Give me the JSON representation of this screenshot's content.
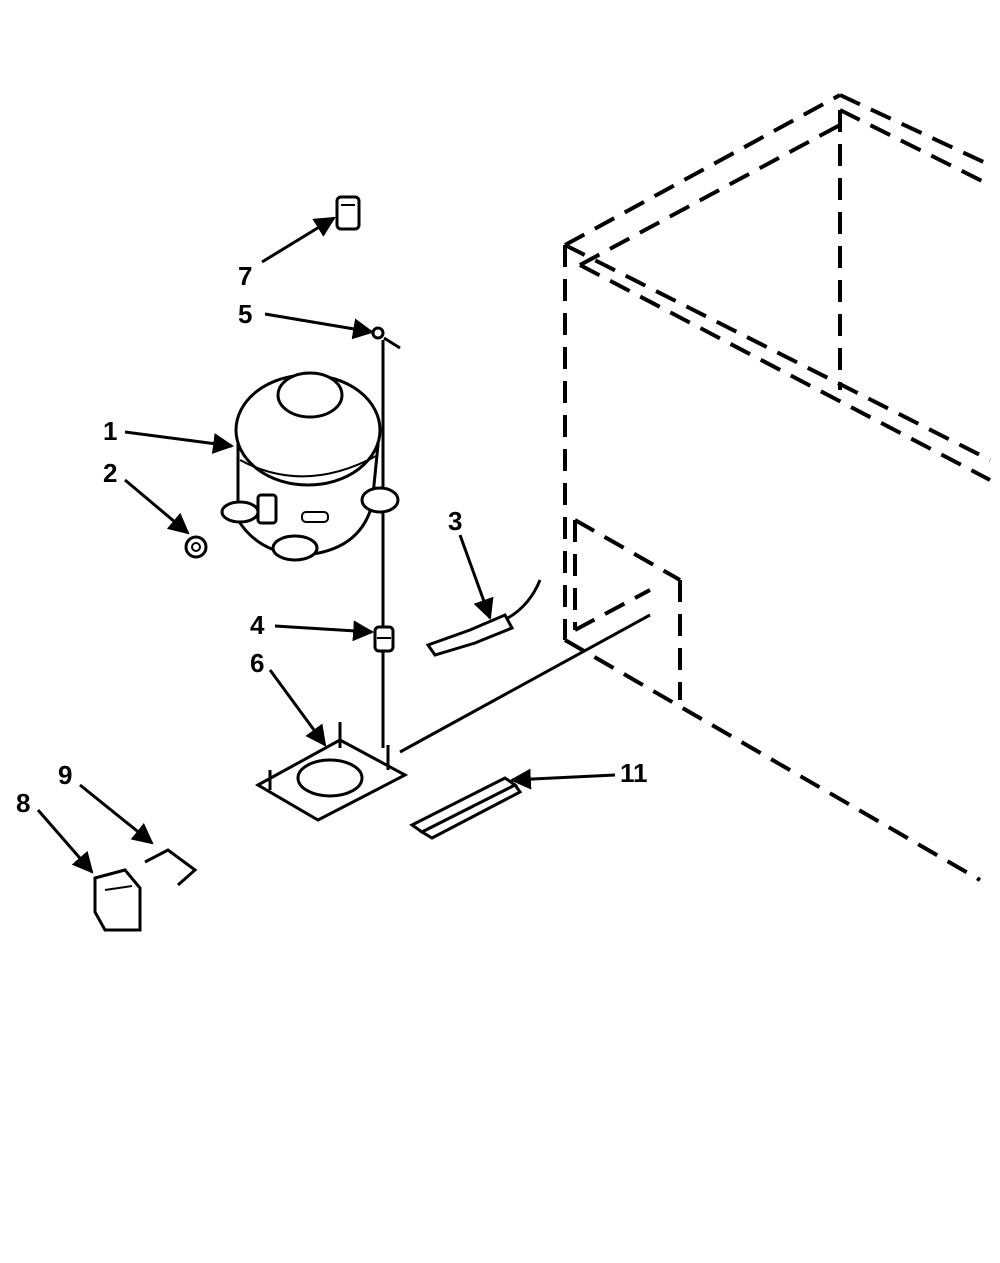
{
  "diagram": {
    "callouts": [
      {
        "id": "1",
        "text": "1"
      },
      {
        "id": "2",
        "text": "2"
      },
      {
        "id": "3",
        "text": "3"
      },
      {
        "id": "4",
        "text": "4"
      },
      {
        "id": "5",
        "text": "5"
      },
      {
        "id": "6",
        "text": "6"
      },
      {
        "id": "7",
        "text": "7"
      },
      {
        "id": "8",
        "text": "8"
      },
      {
        "id": "9",
        "text": "9"
      },
      {
        "id": "11",
        "text": "11"
      }
    ]
  }
}
